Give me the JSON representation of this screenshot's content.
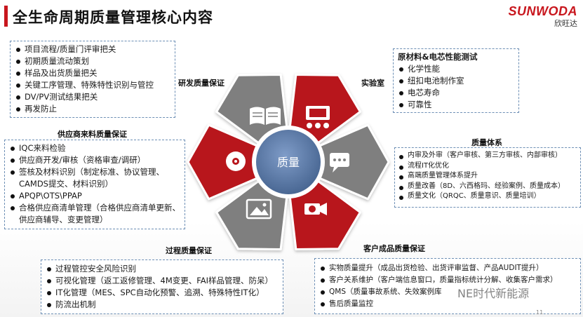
{
  "header": {
    "title": "全生命周期质量管理核心内容",
    "logo_text": "SUNWODA",
    "logo_cn": "欣旺达"
  },
  "center": {
    "label": "质量"
  },
  "segments": [
    {
      "name": "研发质量保证",
      "icon": "book-icon",
      "color": "#7f7f7f"
    },
    {
      "name": "实验室",
      "icon": "lab-equipment-icon",
      "color": "#b8151c"
    },
    {
      "name": "质量体系",
      "icon": "chat-icon",
      "color": "#7f7f7f"
    },
    {
      "name": "客户成品质量保证",
      "icon": "camera-icon",
      "color": "#b8151c"
    },
    {
      "name": "过程质量保证",
      "icon": "image-icon",
      "color": "#7f7f7f"
    },
    {
      "name": "供应商来料质量保证",
      "icon": "disc-icon",
      "color": "#b8151c"
    }
  ],
  "rd": {
    "label": "研发质量保证",
    "items": [
      "项目流程/质量门评审把关",
      "初期质量流动策划",
      "样品及出货质量把关",
      "关键工序管理、特殊特性识别与管控",
      "DV/PV测试结果把关",
      "再发防止"
    ]
  },
  "lab": {
    "label": "实验室",
    "title": "原材料&电芯性能测试",
    "items": [
      "化学性能",
      "纽扣电池制作室",
      "电芯寿命",
      "可靠性"
    ]
  },
  "qs": {
    "label": "质量体系",
    "items": [
      "内审及外审（客户审核、第三方审核、内部审核）",
      "流程IT化优化",
      "高端质量管理体系提升",
      "质量改善（8D、六西格玛、经验案例、质量成本）",
      "质量文化（QRQC、质量意识、质量培训）"
    ]
  },
  "supplier": {
    "label": "供应商来料质量保证",
    "items": [
      "IQC来料检验",
      "供应商开发/审核（资格审查/调研）",
      "签核及材料识别（制定标准、协议管理、",
      "CAMDS提交、材料识别）",
      "APQP\\OTS\\PPAP",
      "合格供应商清单管理（合格供应商清单更新、",
      "供应商辅导、变更管理）"
    ]
  },
  "process": {
    "label": "过程质量保证",
    "items": [
      "过程管控安全风险识别",
      "可视化管理（返工返修管理、4M变更、FAI样品管理、防呆）",
      "IT化管理（MES、SPC自动化预警、追溯、特殊特性IT化）",
      "防流出机制"
    ]
  },
  "customer": {
    "label": "客户成品质量保证",
    "items": [
      "实物质量提升（成品出货检验、出货评审监督、产品AUDIT提升）",
      "客户关系维护（客户端信息窗口，质量指标统计分解、收集客户需求）",
      "QMS（质量事故系统、失效案例库",
      "售后质量监控"
    ]
  },
  "watermark": "NE时代新能源",
  "page_number": "11"
}
